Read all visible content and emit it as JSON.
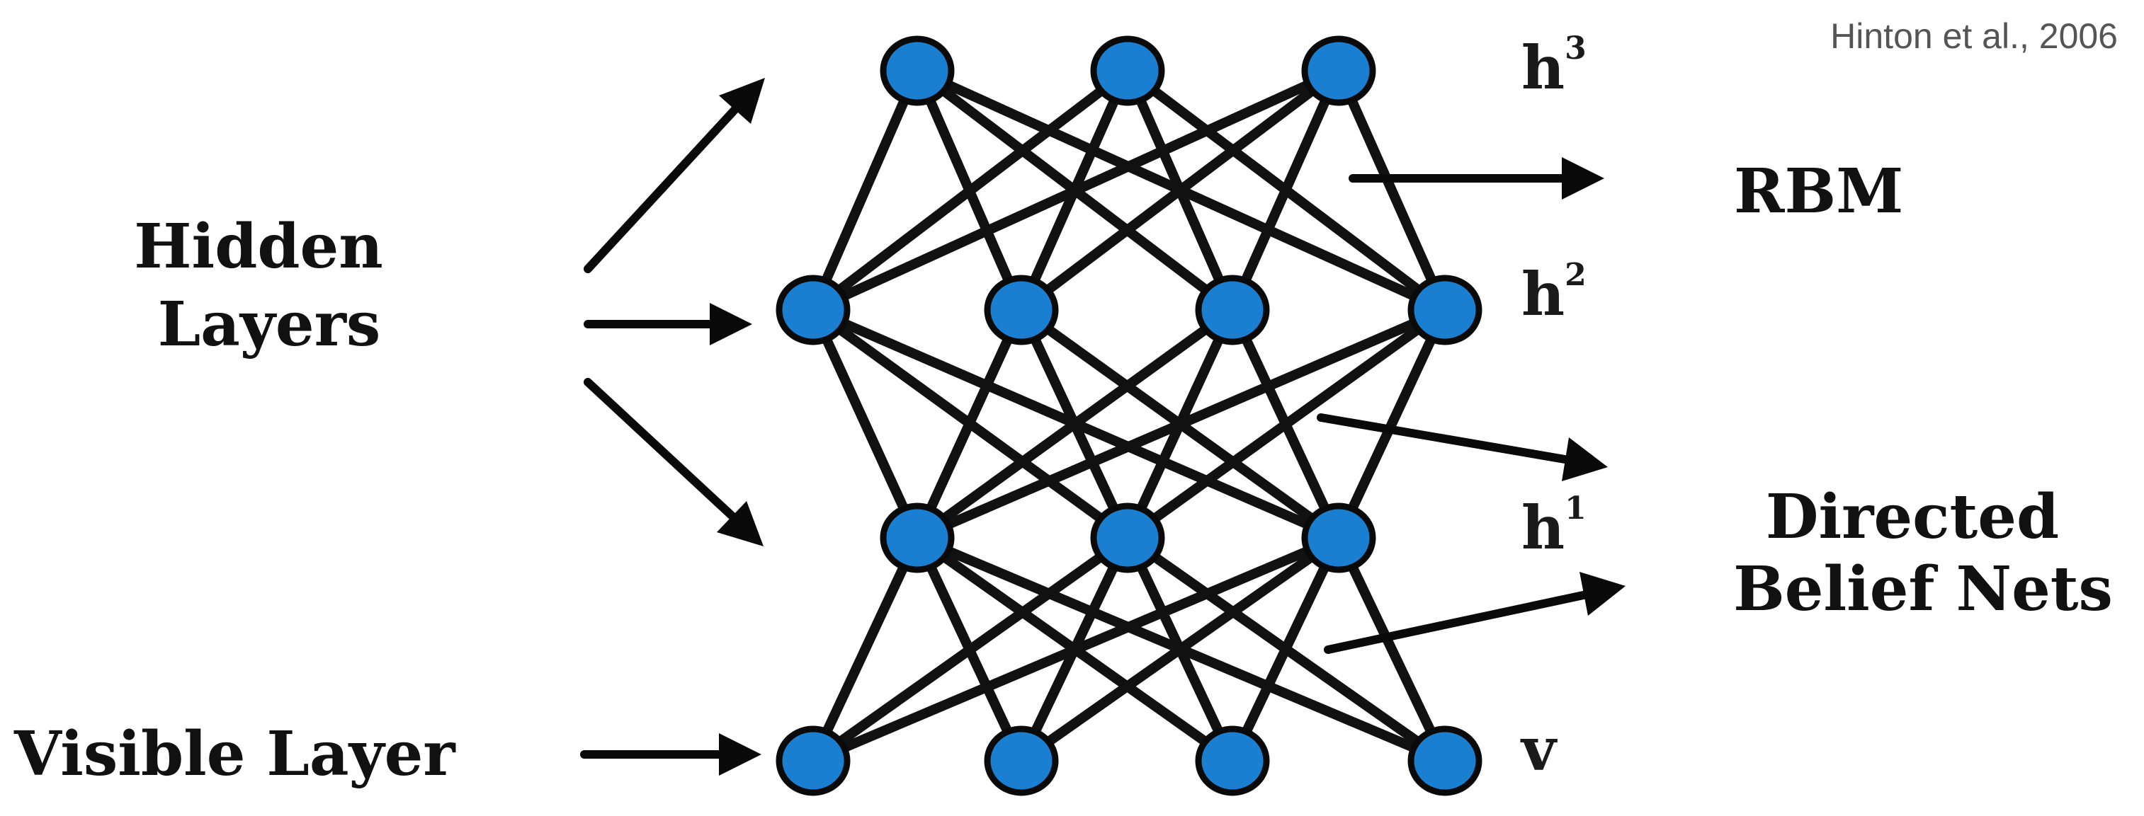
{
  "citation": "Hinton et al., 2006",
  "labels": {
    "hidden_layers_line1": "Hidden",
    "hidden_layers_line2": "Layers",
    "visible_layer": "Visible Layer",
    "rbm": "RBM",
    "directed_line1": "Directed",
    "directed_line2": "Belief Nets"
  },
  "layers": {
    "h3": {
      "base": "h",
      "sup": "3"
    },
    "h2": {
      "base": "h",
      "sup": "2"
    },
    "h1": {
      "base": "h",
      "sup": "1"
    },
    "v": {
      "base": "v"
    }
  },
  "colors": {
    "node_fill": "#1a7fd0",
    "node_stroke": "#0a0a0a",
    "edge": "#111111"
  }
}
